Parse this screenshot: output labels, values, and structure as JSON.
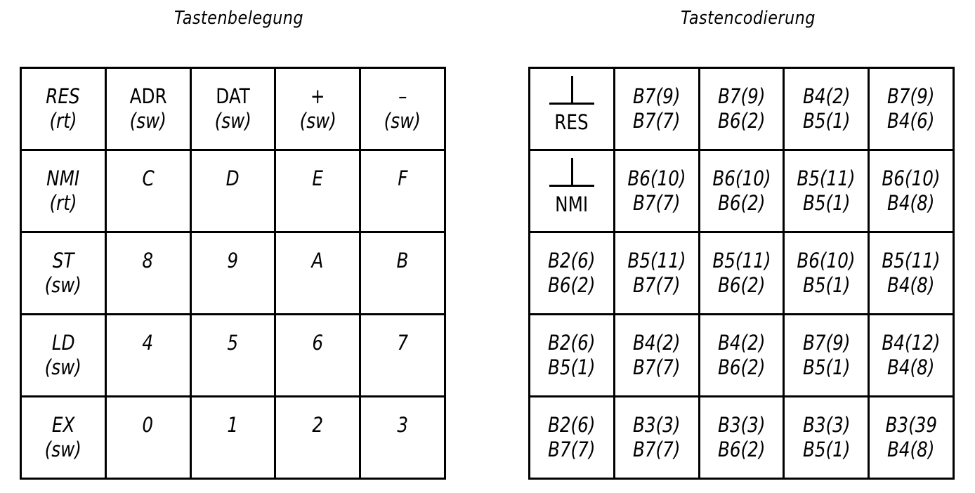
{
  "left_panel": {
    "title": "Tastenbelegung",
    "rows": [
      [
        [
          "RES",
          "(rt)"
        ],
        [
          "ADR",
          "(sw)"
        ],
        [
          "DAT",
          "(sw)"
        ],
        [
          "+",
          "(sw)"
        ],
        [
          "–",
          "(sw)"
        ]
      ],
      [
        [
          "NMI",
          "(rt)"
        ],
        [
          "C"
        ],
        [
          "D"
        ],
        [
          "E"
        ],
        [
          "F"
        ]
      ],
      [
        [
          "ST",
          "(sw)"
        ],
        [
          "8"
        ],
        [
          "9"
        ],
        [
          "A"
        ],
        [
          "B"
        ]
      ],
      [
        [
          "LD",
          "(sw)"
        ],
        [
          "4"
        ],
        [
          "5"
        ],
        [
          "6"
        ],
        [
          "7"
        ]
      ],
      [
        [
          "EX",
          "(sw)"
        ],
        [
          "0"
        ],
        [
          "1"
        ],
        [
          "2"
        ],
        [
          "3"
        ]
      ]
    ]
  },
  "right_panel": {
    "title": "Tastencodierung",
    "rows": [
      [
        {
          "symbol": "pushbutton-symbol",
          "lines": [
            "RES"
          ]
        },
        {
          "lines": [
            "B7(9)",
            "B7(7)"
          ]
        },
        {
          "lines": [
            "B7(9)",
            "B6(2)"
          ]
        },
        {
          "lines": [
            "B4(2)",
            "B5(1)"
          ]
        },
        {
          "lines": [
            "B7(9)",
            "B4(6)"
          ]
        }
      ],
      [
        {
          "symbol": "pushbutton-symbol",
          "lines": [
            "NMI"
          ]
        },
        {
          "lines": [
            "B6(10)",
            "B7(7)"
          ]
        },
        {
          "lines": [
            "B6(10)",
            "B6(2)"
          ]
        },
        {
          "lines": [
            "B5(11)",
            "B5(1)"
          ]
        },
        {
          "lines": [
            "B6(10)",
            "B4(8)"
          ]
        }
      ],
      [
        {
          "lines": [
            "B2(6)",
            "B6(2)"
          ]
        },
        {
          "lines": [
            "B5(11)",
            "B7(7)"
          ]
        },
        {
          "lines": [
            "B5(11)",
            "B6(2)"
          ]
        },
        {
          "lines": [
            "B6(10)",
            "B5(1)"
          ]
        },
        {
          "lines": [
            "B5(11)",
            "B4(8)"
          ]
        }
      ],
      [
        {
          "lines": [
            "B2(6)",
            "B5(1)"
          ]
        },
        {
          "lines": [
            "B4(2)",
            "B7(7)"
          ]
        },
        {
          "lines": [
            "B4(2)",
            "B6(2)"
          ]
        },
        {
          "lines": [
            "B7(9)",
            "B5(1)"
          ]
        },
        {
          "lines": [
            "B4(12)",
            "B4(8)"
          ]
        }
      ],
      [
        {
          "lines": [
            "B2(6)",
            "B7(7)"
          ]
        },
        {
          "lines": [
            "B3(3)",
            "B7(7)"
          ]
        },
        {
          "lines": [
            "B3(3)",
            "B6(2)"
          ]
        },
        {
          "lines": [
            "B3(3)",
            "B5(1)"
          ]
        },
        {
          "lines": [
            "B3(39",
            "B4(8)"
          ]
        }
      ]
    ]
  }
}
